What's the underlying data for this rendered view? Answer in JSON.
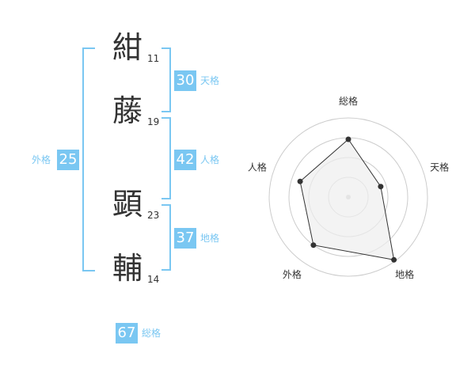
{
  "name": {
    "chars": [
      {
        "char": "紺",
        "strokes": "11"
      },
      {
        "char": "藤",
        "strokes": "19"
      },
      {
        "char": "顕",
        "strokes": "23"
      },
      {
        "char": "輔",
        "strokes": "14"
      }
    ]
  },
  "kaku": {
    "tenkaku": {
      "value": "30",
      "label": "天格"
    },
    "jinkaku": {
      "value": "42",
      "label": "人格"
    },
    "chikaku": {
      "value": "37",
      "label": "地格"
    },
    "gaikaku": {
      "value": "25",
      "label": "外格"
    },
    "soukaku": {
      "value": "67",
      "label": "総格"
    }
  },
  "colors": {
    "accent": "#7ac7f2",
    "text": "#333333",
    "grid": "#cccccc",
    "fill": "#eeeeee",
    "point": "#333333"
  },
  "chart_data": {
    "type": "radar",
    "axes": [
      "総格",
      "天格",
      "地格",
      "外格",
      "人格"
    ],
    "values": [
      0.73,
      0.43,
      0.98,
      0.75,
      0.64
    ],
    "range": [
      0,
      1
    ],
    "rings": 4
  }
}
